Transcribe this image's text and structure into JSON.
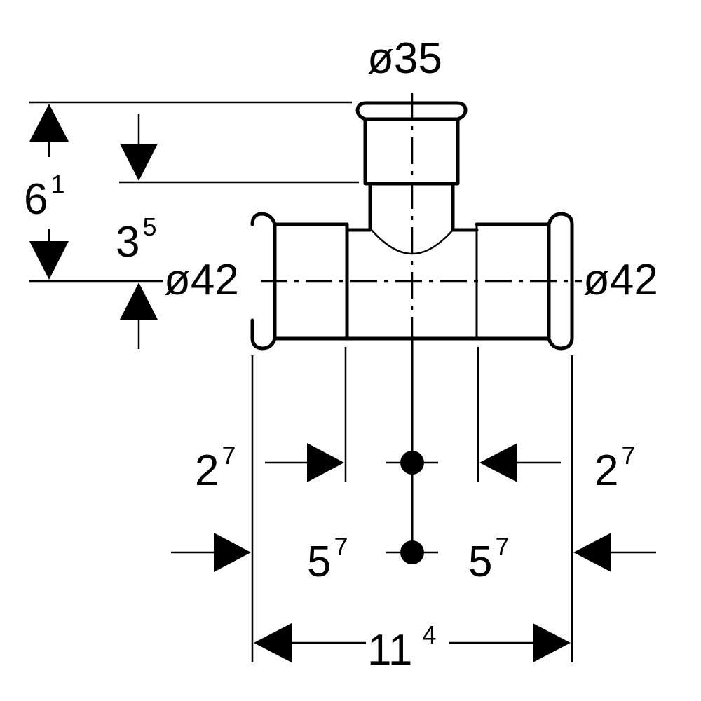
{
  "dimensions": {
    "branch_diameter": "ø35",
    "left_diameter": "ø42",
    "right_diameter": "ø42",
    "height_total": {
      "base": "6",
      "sup": "1"
    },
    "height_branch_insert": {
      "base": "3",
      "sup": "5"
    },
    "left_insert": {
      "base": "2",
      "sup": "7"
    },
    "right_insert": {
      "base": "2",
      "sup": "7"
    },
    "left_center": {
      "base": "5",
      "sup": "7"
    },
    "right_center": {
      "base": "5",
      "sup": "7"
    },
    "overall_length": {
      "base": "11",
      "sup": "4"
    }
  }
}
